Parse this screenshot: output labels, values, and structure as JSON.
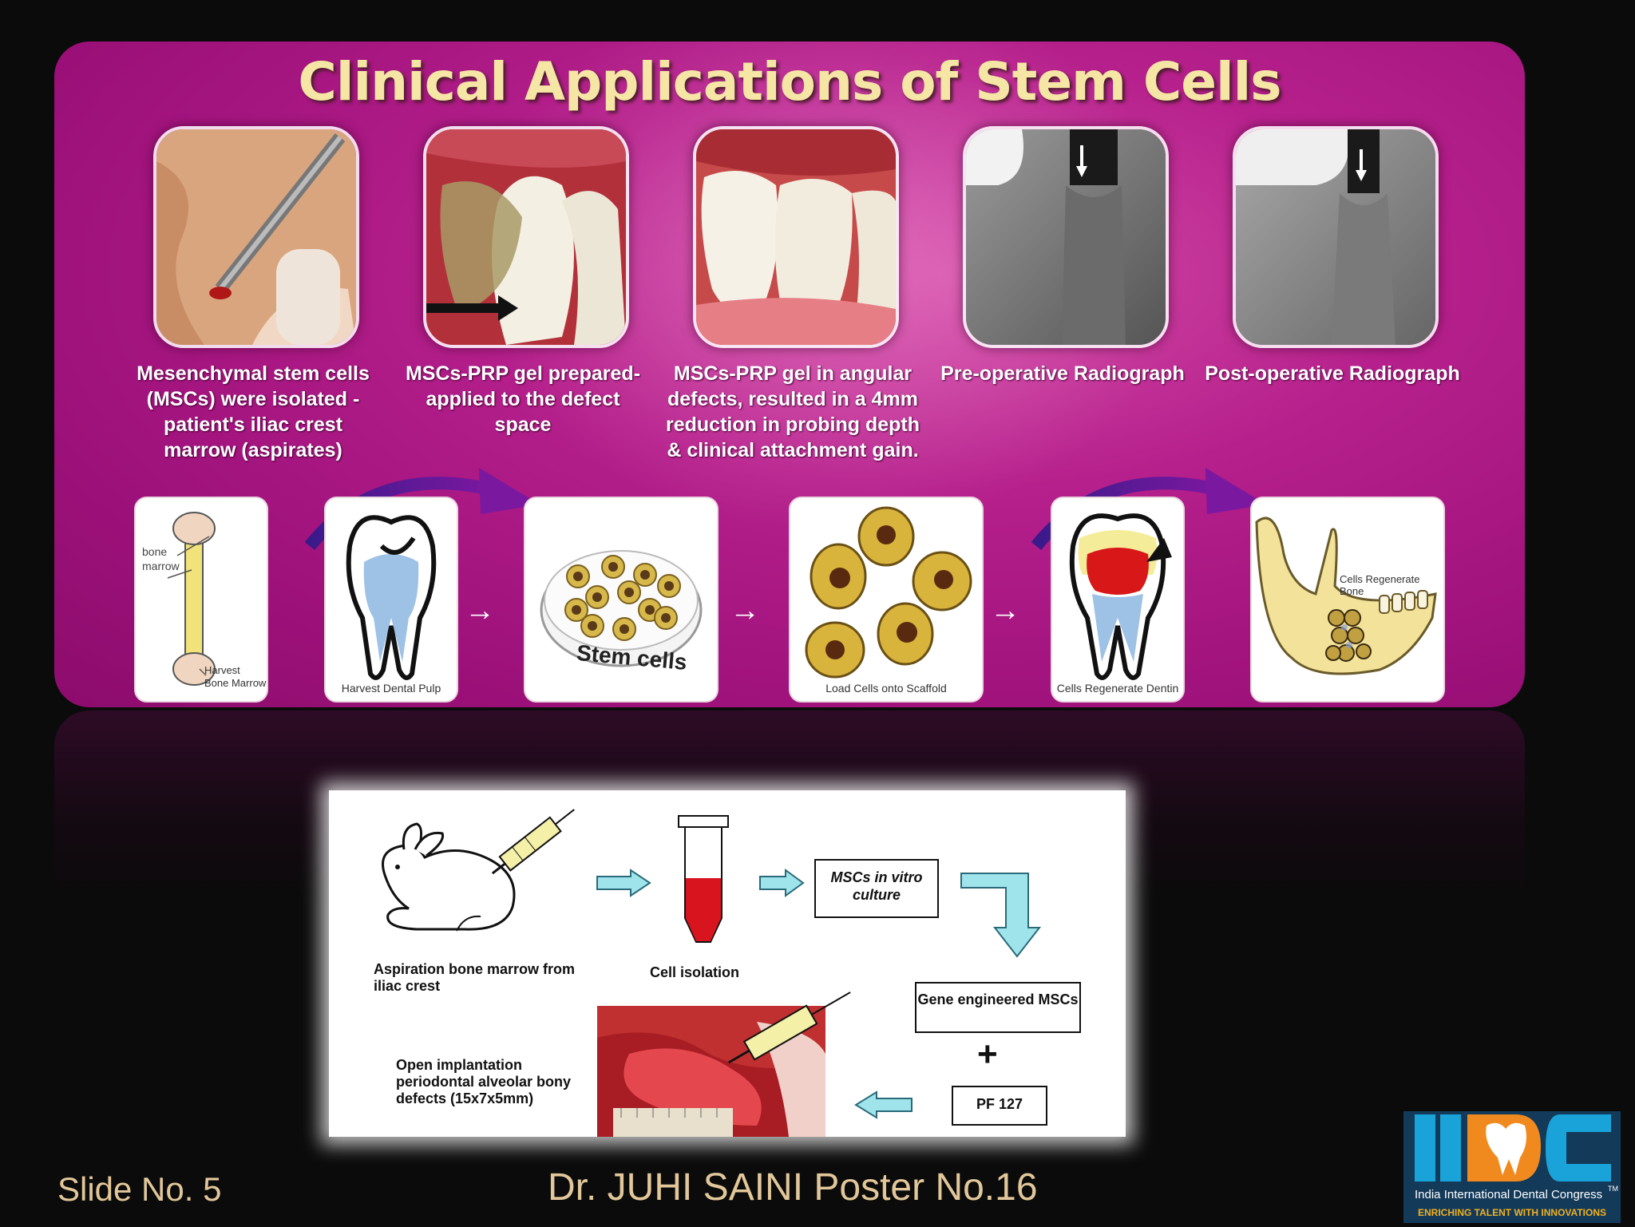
{
  "title": "Clinical Applications of Stem Cells",
  "photos": [
    {
      "caption": "Mesenchymal stem cells (MSCs) were isolated - patient's iliac crest marrow (aspirates)"
    },
    {
      "caption": "MSCs-PRP gel prepared- applied to the defect space"
    },
    {
      "caption": "MSCs-PRP gel in angular defects, resulted in a 4mm reduction in probing depth & clinical attachment gain."
    },
    {
      "caption": "Pre-operative Radiograph"
    },
    {
      "caption": "Post-operative Radiograph"
    }
  ],
  "process": {
    "bone_label_top": "bone\nmarrow",
    "harvest_bone": "Harvest\nBone Marrow",
    "harvest_pulp": "Harvest Dental Pulp",
    "stem_cells": "Stem cells",
    "load_cells": "Load Cells onto Scaffold",
    "regen_dentin": "Cells Regenerate Dentin",
    "regen_bone": "Cells Regenerate Bone"
  },
  "flow": {
    "aspiration": "Aspiration bone marrow from iliac crest",
    "cell_isolation": "Cell isolation",
    "msc_culture": "MSCs in vitro culture",
    "gene_engineered": "Gene engineered MSCs",
    "plus": "+",
    "pf": "PF 127",
    "implantation": "Open implantation periodontal alveolar bony defects (15x7x5mm)"
  },
  "footer": {
    "slide": "Slide No. 5",
    "author": "Dr. JUHI SAINI Poster No.16",
    "logo_letters": "IIDC",
    "logo_name": "India International Dental Congress",
    "logo_tm": "TM",
    "logo_tagline": "ENRICHING TALENT WITH INNOVATIONS"
  },
  "colors": {
    "panel": "#b6208c",
    "title": "#f6e6a6",
    "footer_text": "#e2c79a",
    "logo_orange": "#f08a1e",
    "logo_cyan": "#1aa3d8"
  }
}
